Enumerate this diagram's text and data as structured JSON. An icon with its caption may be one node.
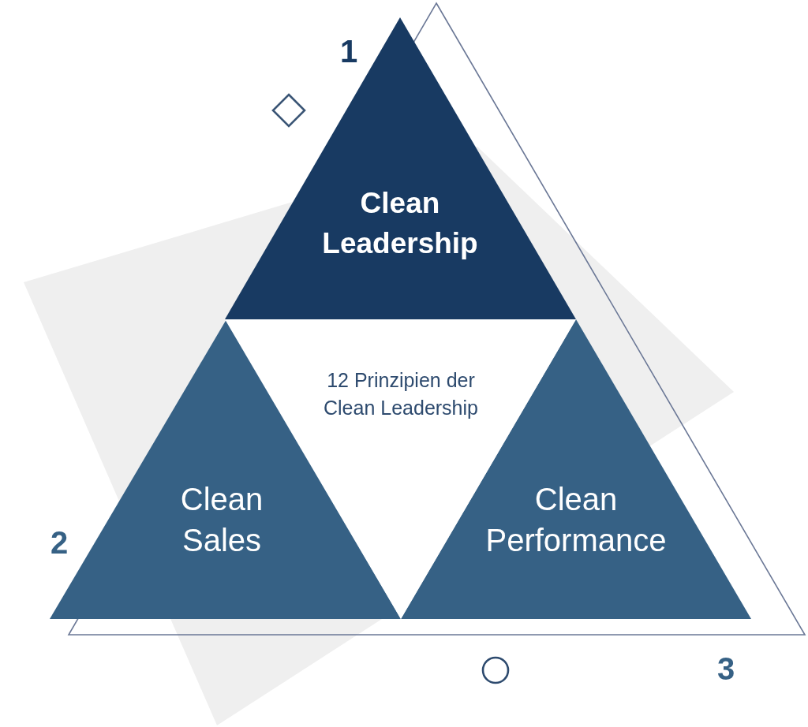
{
  "diagram": {
    "nodes": [
      {
        "text": [
          "Clean Leadership"
        ]
      },
      {
        "text": [
          "12 Prinzipien der Clean Leadership"
        ]
      },
      {
        "text": [
          "Clean Sales"
        ]
      },
      {
        "text": [
          "Clean Performance"
        ]
      }
    ],
    "labels": [
      "1",
      "2",
      "3"
    ]
  }
}
